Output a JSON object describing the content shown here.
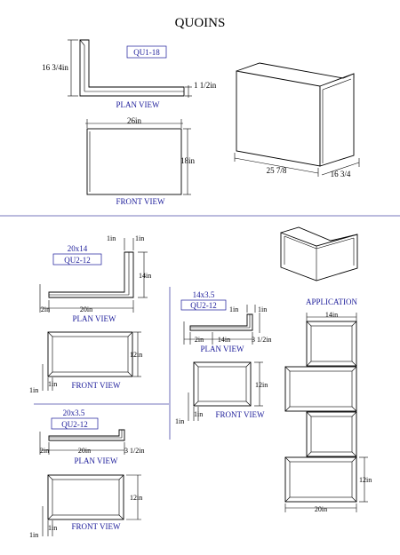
{
  "title": "QUOINS",
  "top": {
    "plan_code": "QU1-18",
    "plan_height": "16 3/4in",
    "plan_thickness": "1 1/2in",
    "plan_label": "PLAN VIEW",
    "front_width": "26in",
    "front_height": "18in",
    "front_label": "FRONT VIEW",
    "iso_width": "25 7/8",
    "iso_depth": "16 3/4"
  },
  "a": {
    "size": "20x14",
    "code": "QU2-12",
    "dim_1in_top": "1in",
    "dim_1in_right": "1in",
    "dim_14in": "14in",
    "dim_2in": "2in",
    "dim_20in": "20in",
    "plan_label": "PLAN VIEW",
    "front_height": "12in",
    "front_label": "FRONT VIEW",
    "dim_1in_a": "1in",
    "dim_1in_b": "1in"
  },
  "b": {
    "size": "14x3.5",
    "code": "QU2-12",
    "dim_1in_a": "1in",
    "dim_1in_b": "1in",
    "dim_2in": "2in",
    "dim_14in": "14in",
    "dim_3half": "3 1/2in",
    "plan_label": "PLAN VIEW",
    "front_height": "12in",
    "front_label": "FRONT VIEW",
    "dim_1in_c": "1in",
    "dim_1in_d": "1in"
  },
  "c": {
    "size": "20x3.5",
    "code": "QU2-12",
    "dim_2in": "2in",
    "dim_20in": "20in",
    "dim_3half": "3 1/2in",
    "plan_label": "PLAN VIEW",
    "front_height": "12in",
    "front_label": "FRONT VIEW",
    "dim_1in_a": "1in",
    "dim_1in_b": "1in"
  },
  "application": {
    "label": "APPLICATION",
    "top_width": "14in",
    "height": "12in",
    "bottom_width": "20in"
  }
}
